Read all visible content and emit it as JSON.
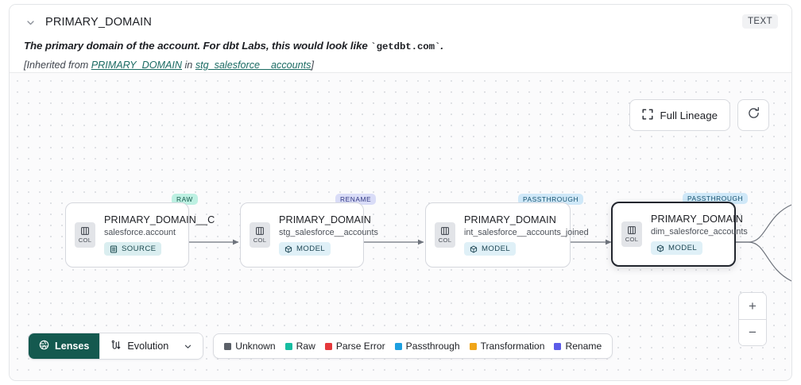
{
  "header": {
    "chevron_icon": "chevron-down-icon",
    "title": "PRIMARY_DOMAIN",
    "type_badge": "TEXT",
    "description_before": "The primary domain of the account. For dbt Labs, this would look like ",
    "description_code": "`getdbt.com`",
    "description_after": ".",
    "inherited_prefix": "[Inherited from ",
    "inherited_column_link": "PRIMARY_DOMAIN",
    "inherited_middle": " in ",
    "inherited_model_link": "stg_salesforce__accounts",
    "inherited_suffix": "]"
  },
  "controls": {
    "full_lineage_label": "Full Lineage",
    "full_lineage_icon": "expand-icon",
    "refresh_icon": "refresh-icon",
    "zoom_in_label": "+",
    "zoom_out_label": "−"
  },
  "graph": {
    "nodes": [
      {
        "id": "node-1",
        "type_pill": "RAW",
        "pill_class": "pill-raw",
        "chip_label": "COL",
        "chip_icon": "column-icon",
        "title": "PRIMARY_DOMAIN__C",
        "subtitle": "salesforce.account",
        "materialization": "SOURCE",
        "materialization_icon": "source-table-icon",
        "selected": false
      },
      {
        "id": "node-2",
        "type_pill": "RENAME",
        "pill_class": "pill-rename",
        "chip_label": "COL",
        "chip_icon": "column-icon",
        "title": "PRIMARY_DOMAIN",
        "subtitle": "stg_salesforce__accounts",
        "materialization": "MODEL",
        "materialization_icon": "model-cube-icon",
        "selected": false
      },
      {
        "id": "node-3",
        "type_pill": "PASSTHROUGH",
        "pill_class": "pill-passthrough",
        "chip_label": "COL",
        "chip_icon": "column-icon",
        "title": "PRIMARY_DOMAIN",
        "subtitle": "int_salesforce__accounts_joined",
        "materialization": "MODEL",
        "materialization_icon": "model-cube-icon",
        "selected": false
      },
      {
        "id": "node-4",
        "type_pill": "PASSTHROUGH",
        "pill_class": "pill-passthrough",
        "chip_label": "COL",
        "chip_icon": "column-icon",
        "title": "PRIMARY_DOMAIN",
        "subtitle": "dim_salesforce_accounts",
        "materialization": "MODEL",
        "materialization_icon": "model-cube-icon",
        "selected": true
      }
    ]
  },
  "toolbar": {
    "lenses_label": "Lenses",
    "lenses_icon": "lens-aperture-icon",
    "evolution_label": "Evolution",
    "evolution_icon": "evolution-flow-icon",
    "evolution_chevron_icon": "chevron-down-icon"
  },
  "legend": {
    "items": [
      {
        "label": "Unknown",
        "color": "#5b6068"
      },
      {
        "label": "Raw",
        "color": "#16bda1"
      },
      {
        "label": "Parse Error",
        "color": "#e5383b"
      },
      {
        "label": "Passthrough",
        "color": "#1c9fe0"
      },
      {
        "label": "Transformation",
        "color": "#f0a518"
      },
      {
        "label": "Rename",
        "color": "#5b5be8"
      }
    ]
  }
}
